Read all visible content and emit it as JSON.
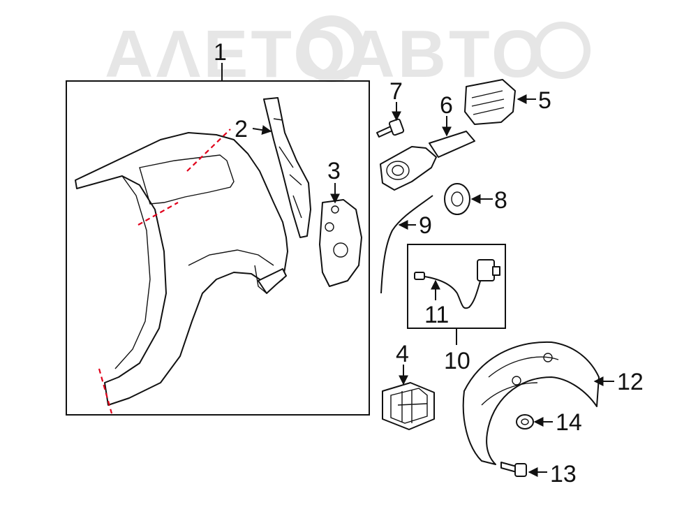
{
  "watermark": "ΑΛΕΤΟΑΒΤΟ",
  "callouts": {
    "c1": "1",
    "c2": "2",
    "c3": "3",
    "c4": "4",
    "c5": "5",
    "c6": "6",
    "c7": "7",
    "c8": "8",
    "c9": "9",
    "c10": "10",
    "c11": "11",
    "c12": "12",
    "c13": "13",
    "c14": "14"
  },
  "colors": {
    "line": "#111111",
    "cut_line": "#e0001a",
    "watermark": "#e6e6e6"
  }
}
